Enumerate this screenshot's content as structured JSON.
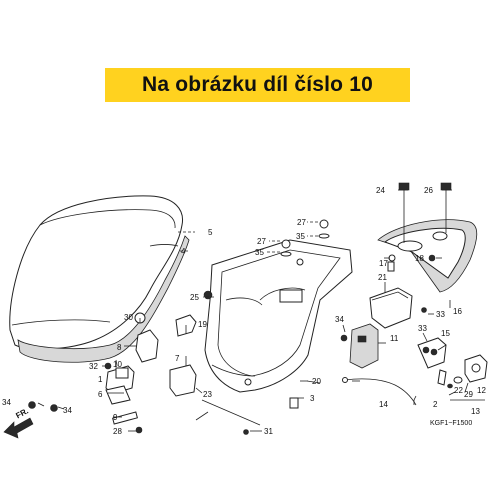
{
  "banner": {
    "text": "Na obrázku díl číslo 10",
    "background": "#ffd21f"
  },
  "diagram": {
    "code": "KGF1−F1500",
    "front_label": "FR.",
    "labels": {
      "l1": "1",
      "l2": "2",
      "l3": "3",
      "l4": "4",
      "l5": "5",
      "l6": "6",
      "l7": "7",
      "l8": "8",
      "l9": "9",
      "l10": "10",
      "l11": "11",
      "l12": "12",
      "l13": "13",
      "l14": "14",
      "l15": "15",
      "l16": "16",
      "l17": "17",
      "l18": "18",
      "l19": "19",
      "l20": "20",
      "l21": "21",
      "l22": "22",
      "l23": "23",
      "l24": "24",
      "l25": "25",
      "l26": "26",
      "l27a": "27",
      "l27b": "27",
      "l28": "28",
      "l29": "29",
      "l30": "30",
      "l31": "31",
      "l32": "32",
      "l33a": "33",
      "l33b": "33",
      "l34a": "34",
      "l34b": "34",
      "l34c": "34",
      "l35a": "35",
      "l35b": "35"
    }
  }
}
